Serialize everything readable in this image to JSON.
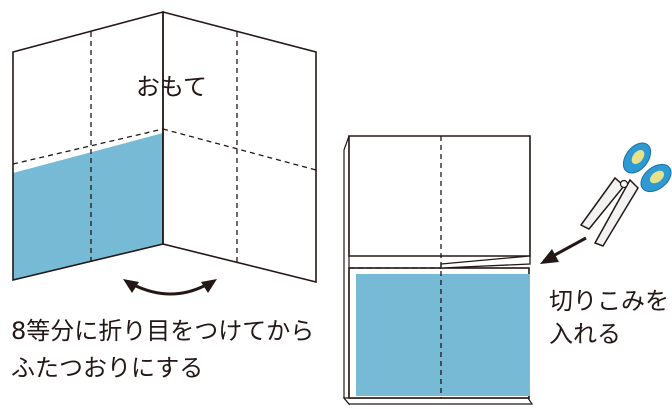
{
  "labels": {
    "front_side": "おもて",
    "step1_line1": "8等分に折り目をつけてから",
    "step1_line2": "ふたつおりにする",
    "step2_line1": "切りこみを",
    "step2_line2": "入れる"
  },
  "icons": {
    "fold_motion": "curved-double-arrow-icon",
    "cut_pointer": "arrow-icon",
    "tool": "scissors-icon"
  },
  "colors": {
    "panel_fill": "#76bad6",
    "line": "#231815",
    "scissors_blue": "#2e9ad3",
    "scissors_yellow": "#e6e28a",
    "blade": "#f2f2f2"
  }
}
